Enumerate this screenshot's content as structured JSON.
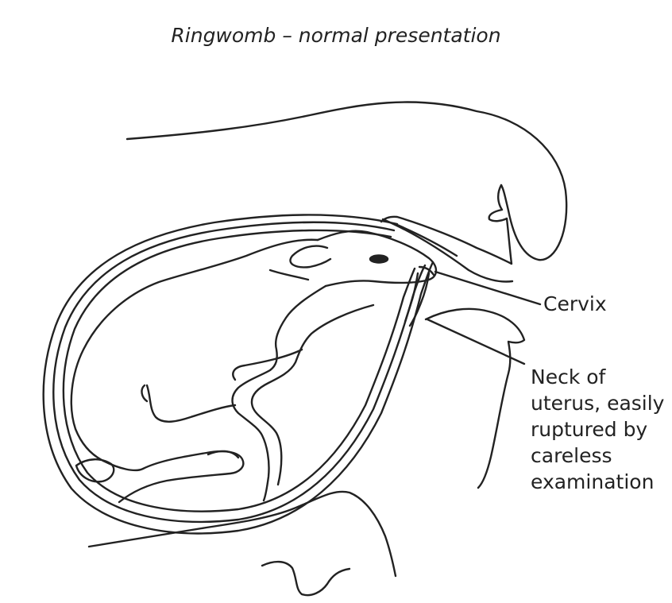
{
  "title": "Ringwomb – normal presentation",
  "labels": {
    "cervix": "Cervix",
    "neck": [
      "Neck of",
      "uterus, easily",
      "ruptured by",
      "careless",
      "examination"
    ]
  },
  "colors": {
    "line": "#222222",
    "background": "#ffffff"
  }
}
